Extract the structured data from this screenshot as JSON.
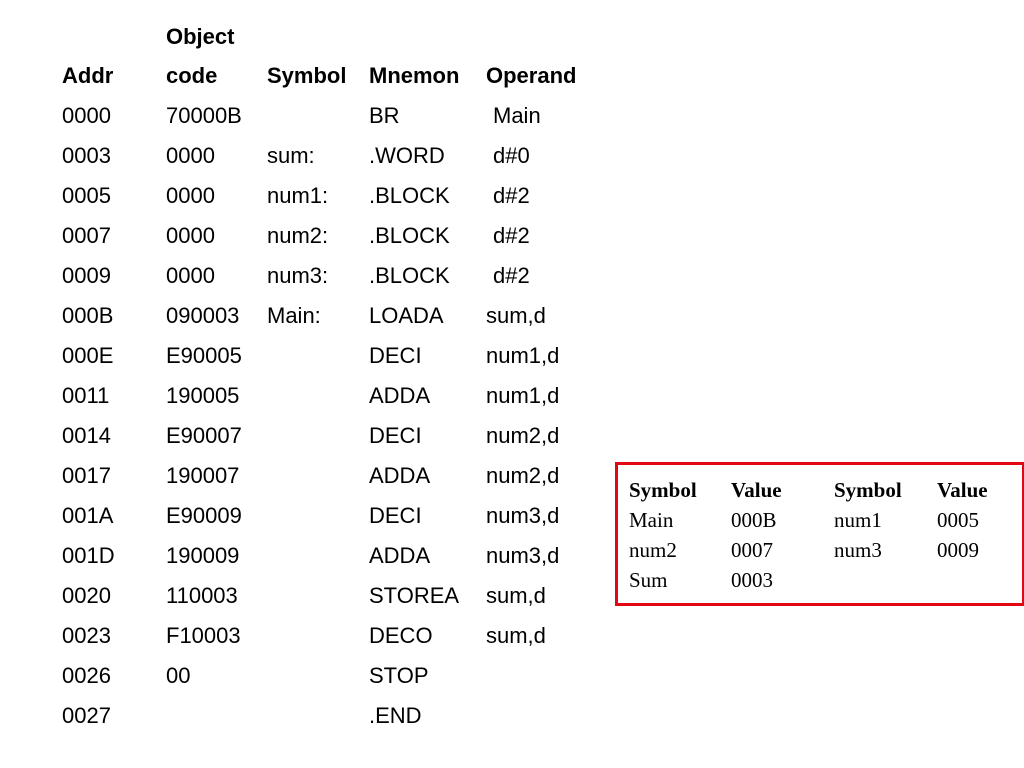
{
  "listing": {
    "header_top": "Object",
    "headers": {
      "addr": "Addr",
      "object": "code",
      "symbol": "Symbol",
      "mnemonic": "Mnemon",
      "operand": "Operand"
    },
    "rows": [
      {
        "addr": "0000",
        "object": "70000B",
        "symbol": "",
        "mnemonic": "BR",
        "operand": "Main"
      },
      {
        "addr": "0003",
        "object": "0000",
        "symbol": "sum:",
        "mnemonic": ".WORD",
        "operand": "d#0"
      },
      {
        "addr": "0005",
        "object": "0000",
        "symbol": "num1:",
        "mnemonic": ".BLOCK",
        "operand": "d#2"
      },
      {
        "addr": "0007",
        "object": "0000",
        "symbol": "num2:",
        "mnemonic": ".BLOCK",
        "operand": "d#2"
      },
      {
        "addr": "0009",
        "object": "0000",
        "symbol": "num3:",
        "mnemonic": ".BLOCK",
        "operand": "d#2"
      },
      {
        "addr": "000B",
        "object": "090003",
        "symbol": "Main:",
        "mnemonic": "LOADA",
        "operand": "sum,d"
      },
      {
        "addr": "000E",
        "object": "E90005",
        "symbol": "",
        "mnemonic": "DECI",
        "operand": "num1,d"
      },
      {
        "addr": "0011",
        "object": "190005",
        "symbol": "",
        "mnemonic": "ADDA",
        "operand": "num1,d"
      },
      {
        "addr": "0014",
        "object": "E90007",
        "symbol": "",
        "mnemonic": "DECI",
        "operand": "num2,d"
      },
      {
        "addr": "0017",
        "object": "190007",
        "symbol": "",
        "mnemonic": "ADDA",
        "operand": "num2,d"
      },
      {
        "addr": "001A",
        "object": "E90009",
        "symbol": "",
        "mnemonic": "DECI",
        "operand": "num3,d"
      },
      {
        "addr": "001D",
        "object": "190009",
        "symbol": "",
        "mnemonic": "ADDA",
        "operand": "num3,d"
      },
      {
        "addr": "0020",
        "object": "110003",
        "symbol": "",
        "mnemonic": "STOREA",
        "operand": "sum,d"
      },
      {
        "addr": "0023",
        "object": "F10003",
        "symbol": "",
        "mnemonic": "DECO",
        "operand": "sum,d"
      },
      {
        "addr": "0026",
        "object": "00",
        "symbol": "",
        "mnemonic": "STOP",
        "operand": ""
      },
      {
        "addr": "0027",
        "object": "",
        "symbol": "",
        "mnemonic": ".END",
        "operand": ""
      }
    ]
  },
  "symbol_table": {
    "headers": [
      "Symbol",
      "Value",
      "Symbol",
      "Value"
    ],
    "rows": [
      [
        "Main",
        "000B",
        "num1",
        "0005"
      ],
      [
        "num2",
        "0007",
        "num3",
        "0009"
      ],
      [
        "Sum",
        "0003",
        "",
        ""
      ]
    ]
  },
  "colors": {
    "symbol_table_border": "#e30613"
  }
}
